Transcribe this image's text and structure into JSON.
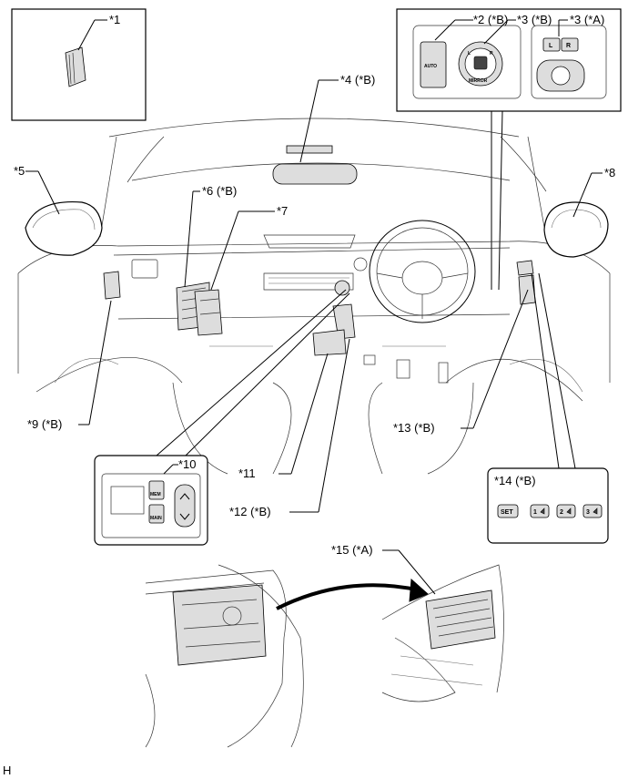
{
  "labels": {
    "c1": "*1",
    "c2": "*2 (*B)",
    "c3b": "*3 (*B)",
    "c3a": "*3 (*A)",
    "c4": "*4 (*B)",
    "c5": "*5",
    "c6": "*6 (*B)",
    "c7": "*7",
    "c8": "*8",
    "c9": "*9 (*B)",
    "c10": "*10",
    "c11": "*11",
    "c12": "*12 (*B)",
    "c13": "*13 (*B)",
    "c14": "*14 (*B)",
    "c15": "*15 (*A)"
  },
  "switch_text": {
    "auto": "AUTO",
    "mirror": "MIRROR",
    "l": "L",
    "r": "R",
    "set": "SET",
    "m1": "1",
    "m2": "2",
    "m3": "3",
    "mem": "MEM",
    "main": "MAIN"
  },
  "footer": {
    "code": "H"
  }
}
